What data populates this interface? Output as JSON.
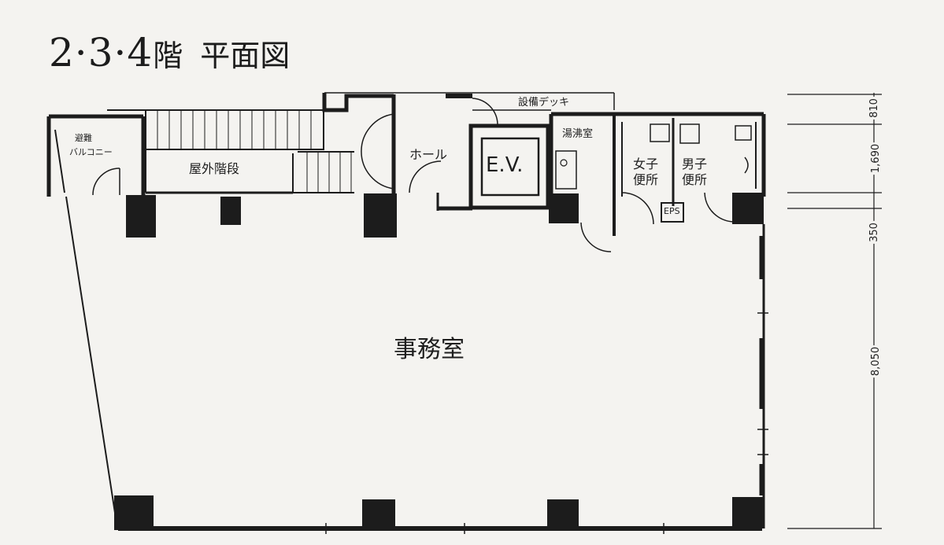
{
  "title": {
    "floors": "2·3·4",
    "kai": "階",
    "name": "平面図"
  },
  "rooms": {
    "evacuation_balcony_line1": "避難",
    "evacuation_balcony_line2": "バルコニー",
    "outdoor_stairs": "屋外階段",
    "equipment_deck": "設備デッキ",
    "hall": "ホール",
    "elevator": "E.V.",
    "kitchenette": "湯沸室",
    "womens_toilet_line1": "女子",
    "womens_toilet_line2": "便所",
    "mens_toilet_line1": "男子",
    "mens_toilet_line2": "便所",
    "eps": "EPS",
    "office": "事務室"
  },
  "dimensions": {
    "d1": "810",
    "d2": "1,690",
    "d3": "350",
    "d4": "8,050"
  },
  "colors": {
    "ink": "#1c1c1c",
    "paper": "#f4f3f0"
  }
}
